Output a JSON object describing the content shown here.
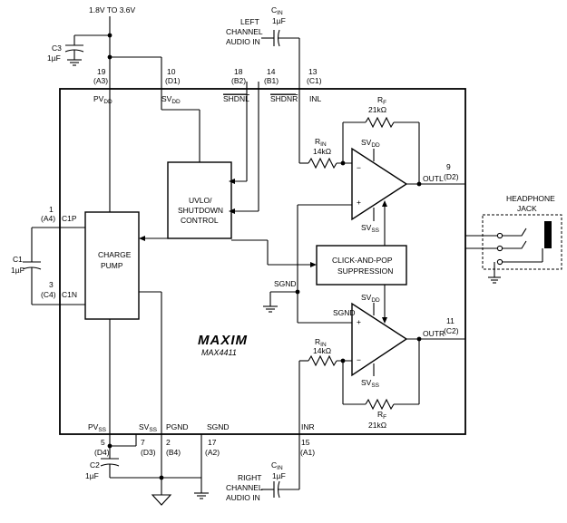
{
  "supply": {
    "label": "1.8V TO 3.6V"
  },
  "caps": {
    "c3": {
      "name": "C3",
      "value": "1µF"
    },
    "c1": {
      "name": "C1",
      "value": "1µF"
    },
    "c2": {
      "name": "C2",
      "value": "1µF"
    },
    "cin_left": {
      "name": "C",
      "sub": "IN",
      "value": "1µF"
    },
    "cin_right": {
      "name": "C",
      "sub": "IN",
      "value": "1µF"
    }
  },
  "inputs": {
    "left": [
      "LEFT",
      "CHANNEL",
      "AUDIO IN"
    ],
    "right": [
      "RIGHT",
      "CHANNEL",
      "AUDIO IN"
    ]
  },
  "pins": {
    "pvdd": {
      "num": "19",
      "ball": "(A3)",
      "name": "PV",
      "sub": "DD"
    },
    "svdd": {
      "num": "10",
      "ball": "(D1)",
      "name": "SV",
      "sub": "DD"
    },
    "shdnl": {
      "num": "18",
      "ball": "(B2)",
      "name": "SHDNL"
    },
    "shdnr": {
      "num": "14",
      "ball": "(B1)",
      "name": "SHDNR"
    },
    "inl": {
      "num": "13",
      "ball": "(C1)",
      "name": "INL"
    },
    "c1p": {
      "num": "1",
      "ball": "(A4)",
      "name": "C1P"
    },
    "c1n": {
      "num": "3",
      "ball": "(C4)",
      "name": "C1N"
    },
    "outl": {
      "num": "9",
      "ball": "(D2)",
      "name": "OUTL"
    },
    "outr": {
      "num": "11",
      "ball": "(C2)",
      "name": "OUTR"
    },
    "pvss": {
      "num": "5",
      "ball": "(D4)",
      "name": "PV",
      "sub": "SS"
    },
    "svss": {
      "num": "7",
      "ball": "(D3)",
      "name": "SV",
      "sub": "SS"
    },
    "pgnd": {
      "num": "2",
      "ball": "(B4)",
      "name": "PGND"
    },
    "sgnd": {
      "num": "17",
      "ball": "(A2)",
      "name": "SGND"
    },
    "inr": {
      "num": "15",
      "ball": "(A1)",
      "name": "INR"
    }
  },
  "blocks": {
    "uvlo": [
      "UVLO/",
      "SHUTDOWN",
      "CONTROL"
    ],
    "charge_pump": [
      "CHARGE",
      "PUMP"
    ],
    "click_pop": [
      "CLICK-AND-POP",
      "SUPPRESSION"
    ]
  },
  "resistors": {
    "rf_top": {
      "name": "R",
      "sub": "F",
      "value": "21kΩ"
    },
    "rin_top": {
      "name": "R",
      "sub": "IN",
      "value": "14kΩ"
    },
    "rin_bot": {
      "name": "R",
      "sub": "IN",
      "value": "14kΩ"
    },
    "rf_bot": {
      "name": "R",
      "sub": "F",
      "value": "21kΩ"
    }
  },
  "amps": {
    "top": {
      "vdd": "SV",
      "vdd_sub": "DD",
      "vss": "SV",
      "vss_sub": "SS",
      "minus": "−",
      "plus": "+"
    },
    "bot": {
      "vdd": "SV",
      "vdd_sub": "DD",
      "vss": "SV",
      "vss_sub": "SS",
      "minus": "−",
      "plus": "+"
    }
  },
  "sgnd_labels": {
    "left": "SGND",
    "amp": "SGND"
  },
  "headphone": [
    "HEADPHONE",
    "JACK"
  ],
  "brand": {
    "logo": "MAXIM",
    "part": "MAX4411"
  }
}
